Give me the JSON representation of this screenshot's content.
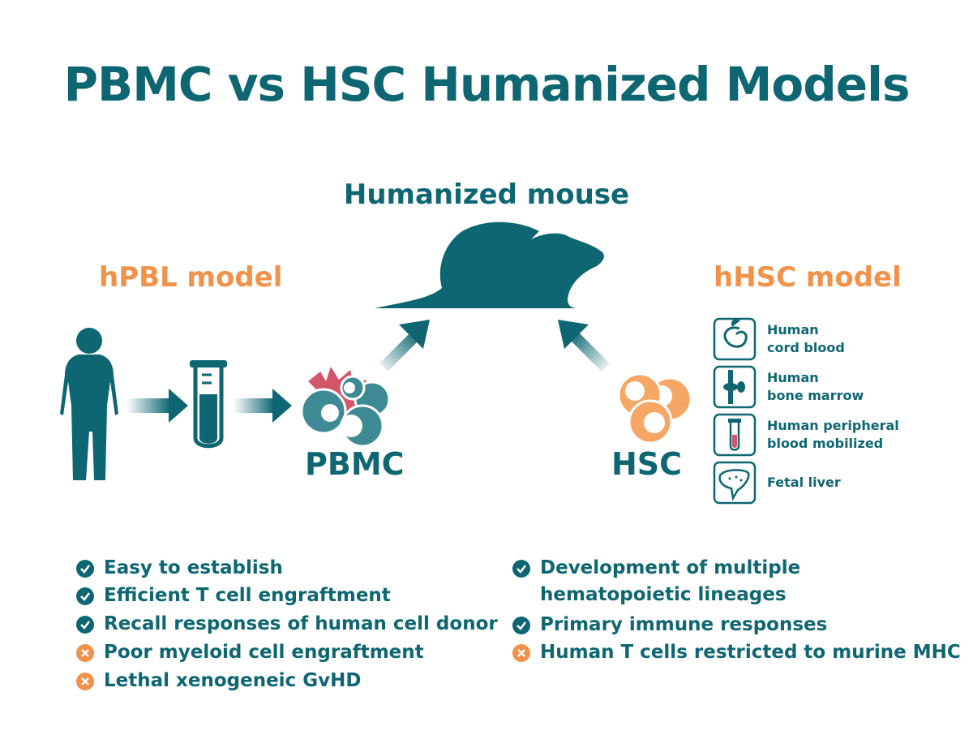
{
  "title": "PBMC vs HSC Humanized Models",
  "center_title": "Humanized mouse",
  "left_model": {
    "title": "hPBL model",
    "cell_label": "PBMC",
    "items": [
      {
        "text": "Easy to establish",
        "status": "positive",
        "icon": "check-icon"
      },
      {
        "text": "Efficient T cell engraftment",
        "status": "positive",
        "icon": "check-icon"
      },
      {
        "text": "Recall responses of human cell donor",
        "status": "positive",
        "icon": "check-icon"
      },
      {
        "text": "Poor myeloid cell engraftment",
        "status": "negative",
        "icon": "cross-icon"
      },
      {
        "text": "Lethal xenogeneic GvHD",
        "status": "negative",
        "icon": "cross-icon"
      }
    ]
  },
  "right_model": {
    "title": "hHSC model",
    "cell_label": "HSC",
    "sources": [
      {
        "line1": "Human",
        "line2": "cord blood",
        "icon": "umbilical-cord-icon"
      },
      {
        "line1": "Human",
        "line2": "bone marrow",
        "icon": "bone-joint-icon"
      },
      {
        "line1": "Human peripheral",
        "line2": "blood mobilized",
        "icon": "blood-tube-icon"
      },
      {
        "line1": "Fetal liver",
        "line2": "",
        "icon": "liver-icon"
      }
    ],
    "items": [
      {
        "line1": "Development of multiple",
        "line2": "hematopoietic lineages",
        "status": "positive",
        "icon": "check-icon"
      },
      {
        "line1": "Primary immune responses",
        "line2": "",
        "status": "positive",
        "icon": "check-icon"
      },
      {
        "line1": "Human T cells restricted to murine MHC",
        "line2": "",
        "status": "negative",
        "icon": "cross-icon"
      }
    ]
  },
  "colors": {
    "teal": "#0d6672",
    "orange": "#f0924a",
    "pink": "#d2566b",
    "light_orange": "#f6a766"
  }
}
